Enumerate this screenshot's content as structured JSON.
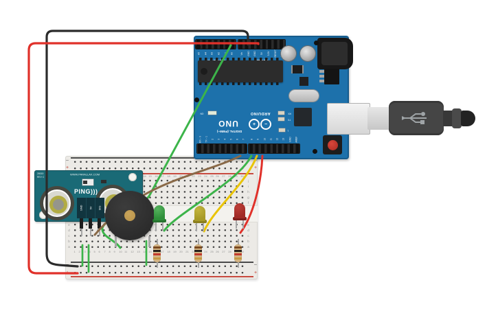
{
  "theme": {
    "boardBlue": "#1d71ab",
    "breadboard": "#eceae6",
    "pingTeal": "#1a6a76",
    "wireBlack": "#2b2b2b",
    "wireRed": "#e0312a",
    "wireGreen": "#3cb44a",
    "wireYellow": "#e9c407",
    "wireBrown": "#8a6a48",
    "ledGreen": "#2f8f3a",
    "ledYellow": "#a79a28",
    "ledRed": "#a02a26",
    "buzzer": "#2c2c2c",
    "buzzerGold": "#b9934a",
    "resistor": "#d4b483",
    "railRed": "#c0392b"
  },
  "arduino": {
    "brand": "ARDUINO",
    "model": "UNO",
    "labels": {
      "analog_group": "ANALOG IN",
      "power_group": "POWER",
      "digital_group": "DIGITAL (PWM~)",
      "on_led": "ON",
      "rx_led": "RX",
      "tx_led": "TX",
      "l_led": "L",
      "logo_plus": "+",
      "logo_minus": "−"
    },
    "analog_pins": [
      "A5",
      "A4",
      "A3",
      "A2",
      "A1",
      "A0"
    ],
    "power_pins": [
      "Vin",
      "GND",
      "GND",
      "5V",
      "3.3V",
      "RESET",
      "IOREF"
    ],
    "digital_pins_left": [
      "RX←0",
      "TX→1",
      "2",
      "3",
      "4",
      "5",
      "6",
      "7"
    ],
    "digital_pins_right": [
      "8",
      "9",
      "10",
      "11",
      "12",
      "13",
      "GND",
      "AREF"
    ]
  },
  "ping_sensor": {
    "brand_url": "WWW.PARALLAX.COM",
    "part_number": "28015",
    "revision": "REV C",
    "name": "PING)))",
    "pins": [
      "GND",
      "5V",
      "SIG"
    ]
  },
  "breadboard": {
    "rows_top": [
      "j",
      "i",
      "h",
      "g",
      "f"
    ],
    "rows_bottom": [
      "e",
      "d",
      "c",
      "b",
      "a"
    ],
    "columns": [
      "1",
      "2",
      "3",
      "4",
      "5",
      "6",
      "7",
      "8",
      "9",
      "10",
      "11",
      "12",
      "13",
      "14",
      "15",
      "16",
      "17",
      "18",
      "19",
      "20",
      "21",
      "22",
      "23",
      "24",
      "25",
      "26",
      "27",
      "28",
      "29",
      "30"
    ],
    "minus": "–",
    "plus": "+"
  }
}
